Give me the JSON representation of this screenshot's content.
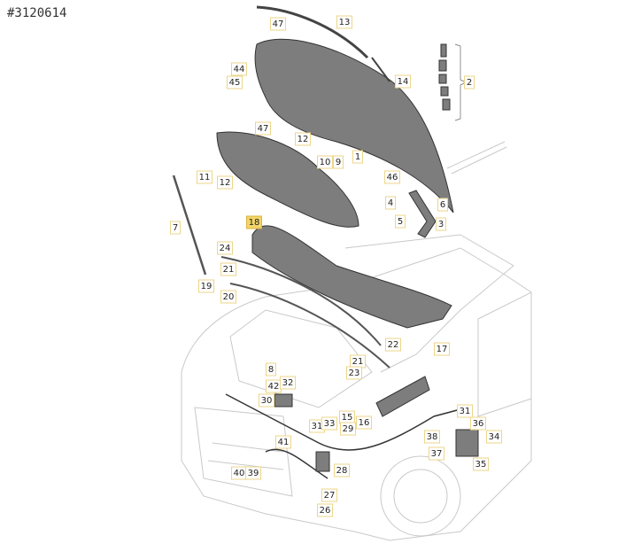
{
  "title": "#3120614",
  "diagram": {
    "highlighted_label": "18",
    "callouts": [
      "47",
      "13",
      "44",
      "45",
      "14",
      "2",
      "47",
      "12",
      "10",
      "9",
      "1",
      "11",
      "12",
      "46",
      "4",
      "6",
      "5",
      "3",
      "18",
      "7",
      "24",
      "21",
      "19",
      "20",
      "22",
      "17",
      "21",
      "23",
      "8",
      "42",
      "32",
      "30",
      "31",
      "33",
      "15",
      "16",
      "29",
      "31",
      "36",
      "38",
      "34",
      "37",
      "35",
      "41",
      "40",
      "39",
      "28",
      "27",
      "26"
    ]
  },
  "colors": {
    "label_border": "#ecd68a",
    "highlight": "#f3d467",
    "part": "#7d7d7d"
  }
}
